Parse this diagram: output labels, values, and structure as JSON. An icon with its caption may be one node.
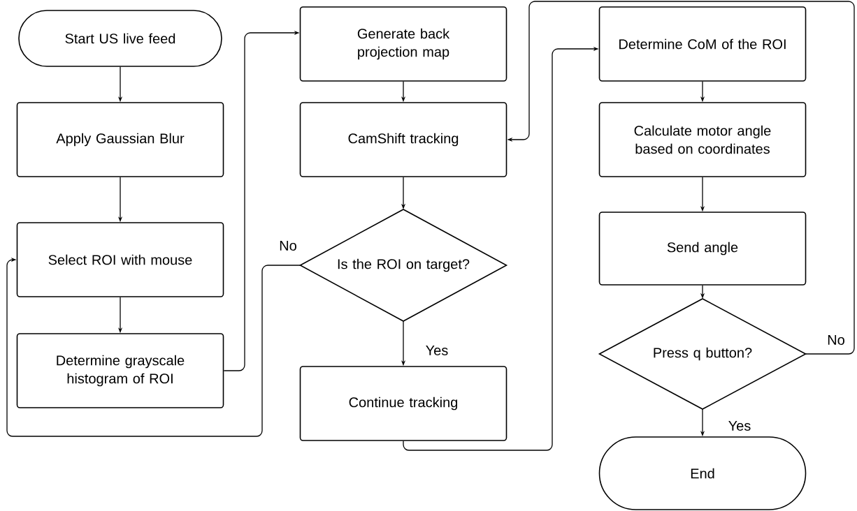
{
  "diagram": {
    "nodes": [
      {
        "text": [
          "Start US live feed"
        ]
      },
      {
        "text": [
          "Apply Gaussian Blur"
        ]
      },
      {
        "text": [
          "Select ROI with mouse"
        ]
      },
      {
        "text": [
          "Determine grayscale histogram of ROI"
        ]
      },
      {
        "text": [
          "Generate back projection map"
        ]
      },
      {
        "text": [
          "CamShift tracking"
        ]
      },
      {
        "text": [
          "Is the ROI on target?"
        ]
      },
      {
        "text": [
          "Continue tracking"
        ]
      },
      {
        "text": [
          "Determine CoM of the ROI"
        ]
      },
      {
        "text": [
          "Calculate motor angle based on coordinates"
        ]
      },
      {
        "text": [
          "Send angle"
        ]
      },
      {
        "text": [
          "Press q button?"
        ]
      },
      {
        "text": [
          "End"
        ]
      }
    ],
    "edges": [
      {
        "from": 0,
        "to": 1,
        "arrow": "to"
      },
      {
        "from": 1,
        "to": 2,
        "arrow": "to"
      },
      {
        "from": 2,
        "to": 3,
        "arrow": "to"
      },
      {
        "from": 3,
        "to": 4,
        "arrow": "to"
      },
      {
        "from": 4,
        "to": 5,
        "arrow": "to"
      },
      {
        "from": 5,
        "to": 6,
        "arrow": "to"
      },
      {
        "from": 6,
        "to": 2,
        "arrow": "to",
        "label": "No"
      },
      {
        "from": 6,
        "to": 7,
        "arrow": "to",
        "label": "Yes"
      },
      {
        "from": 7,
        "to": 8,
        "arrow": "to"
      },
      {
        "from": 8,
        "to": 9,
        "arrow": "to"
      },
      {
        "from": 9,
        "to": 10,
        "arrow": "to"
      },
      {
        "from": 10,
        "to": 11,
        "arrow": "to"
      },
      {
        "from": 11,
        "to": 5,
        "arrow": "to",
        "label": "No"
      },
      {
        "from": 11,
        "to": 12,
        "arrow": "to",
        "label": "Yes"
      }
    ]
  }
}
